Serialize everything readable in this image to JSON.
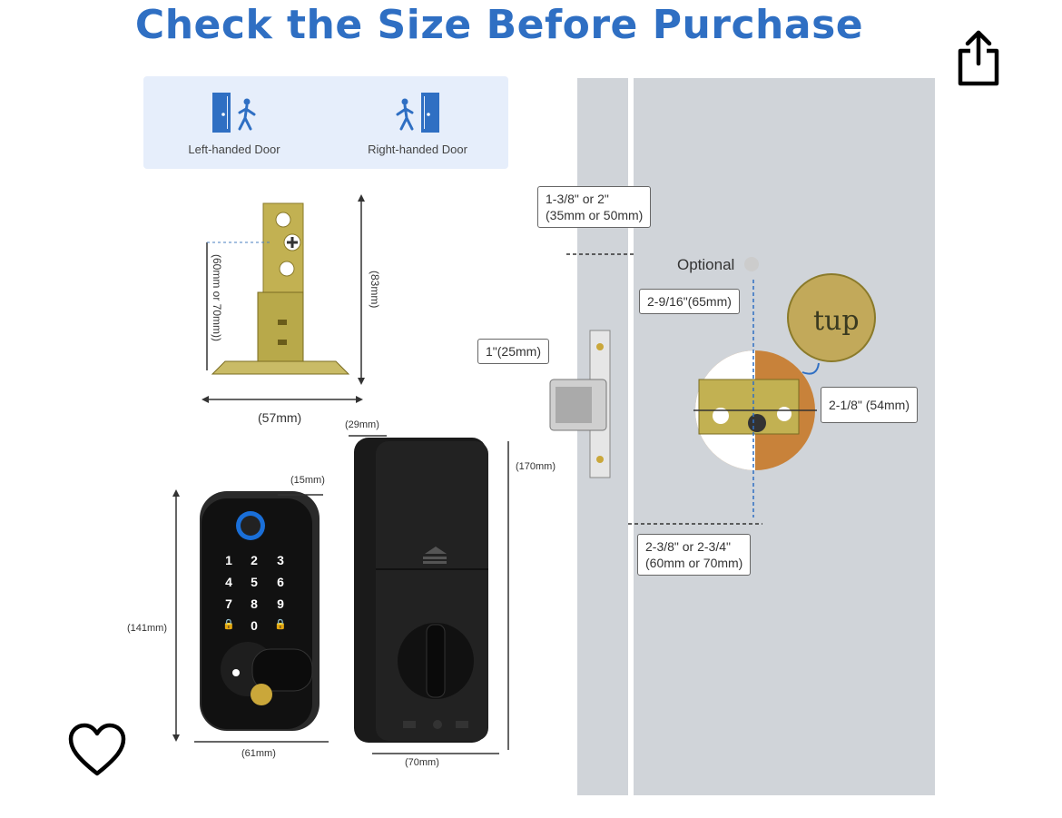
{
  "title": "Check the Size Before Purchase",
  "doors": {
    "left_label": "Left-handed Door",
    "right_label": "Right-handed Door"
  },
  "latch": {
    "height_label": "(83mm)",
    "backset_label": "(60mm or 70mm))",
    "width_label": "(57mm)"
  },
  "keypad": {
    "depth_label": "(15mm)",
    "height_label": "(141mm)",
    "width_label": "(61mm)",
    "keys": [
      "1",
      "2",
      "3",
      "4",
      "5",
      "6",
      "7",
      "8",
      "9",
      "🔒",
      "0",
      "🔒"
    ]
  },
  "interior": {
    "depth_label": "(29mm)",
    "height_label": "(170mm)",
    "width_label": "(70mm)"
  },
  "door_diagram": {
    "thickness_label": "1-3/8\" or 2\"\n(35mm or 50mm)",
    "optional_label": "Optional",
    "latch_label": "1\"(25mm)",
    "hole_center_label": "2-9/16\"(65mm)",
    "bore_label": "2-1/8\" (54mm)",
    "backset_label": "2-3/8\" or 2-3/4\"\n(60mm or 70mm)",
    "up_label": "tup"
  },
  "actions": {
    "share_icon": "share-icon",
    "heart_icon": "heart-icon"
  },
  "colors": {
    "title": "#2f6fc3",
    "door_icon": "#2f6fc3",
    "lock_body": "#1a1a1a",
    "brass": "#b8a94a",
    "wood": "#c8823a"
  }
}
